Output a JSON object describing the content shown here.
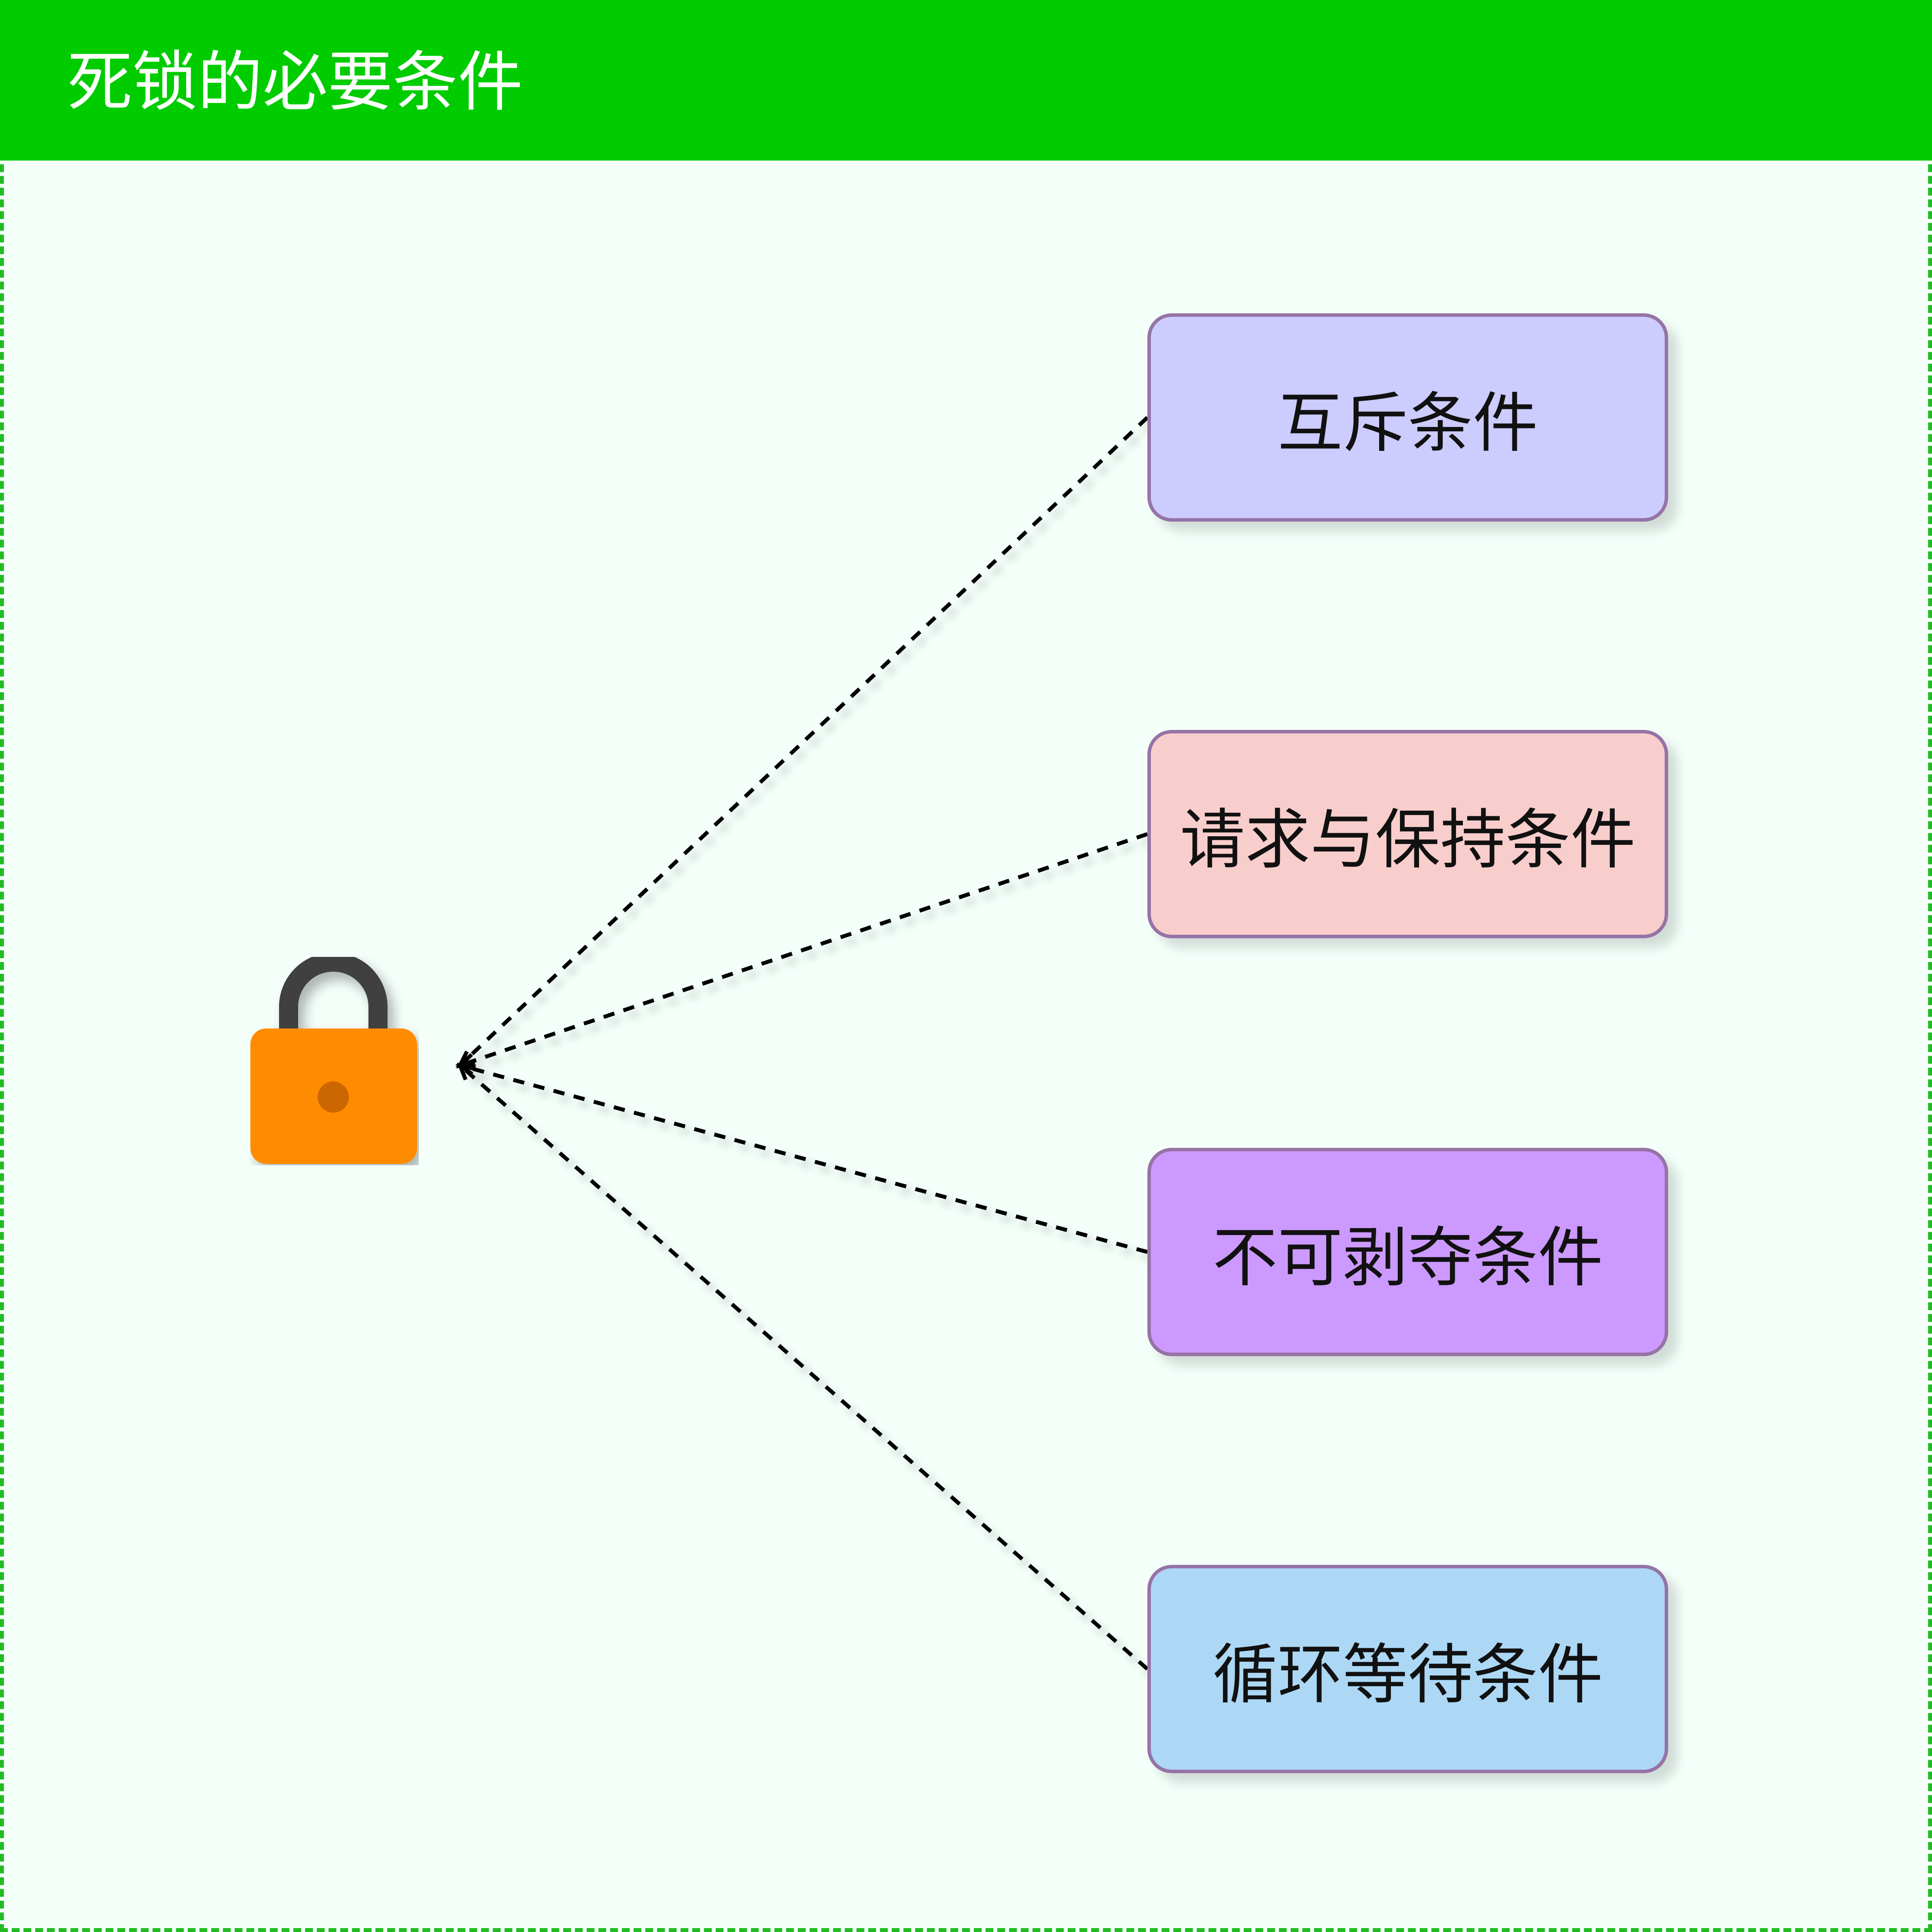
{
  "header": {
    "title": "死锁的必要条件"
  },
  "lock": {
    "icon": "lock-icon",
    "body_color": "#ff8c00",
    "shackle_color": "#404040"
  },
  "conditions": [
    {
      "label": "互斥条件",
      "fill": "#ccccff"
    },
    {
      "label": "请求与保持条件",
      "fill": "#f8cecc"
    },
    {
      "label": "不可剥夺条件",
      "fill": "#cc99ff"
    },
    {
      "label": "循环等待条件",
      "fill": "#add8f5"
    }
  ],
  "colors": {
    "header": "#00cc00",
    "container_border": "#22bb22",
    "container_background": "#f4fffa",
    "node_border": "#9673a6",
    "connector": "#000000"
  }
}
